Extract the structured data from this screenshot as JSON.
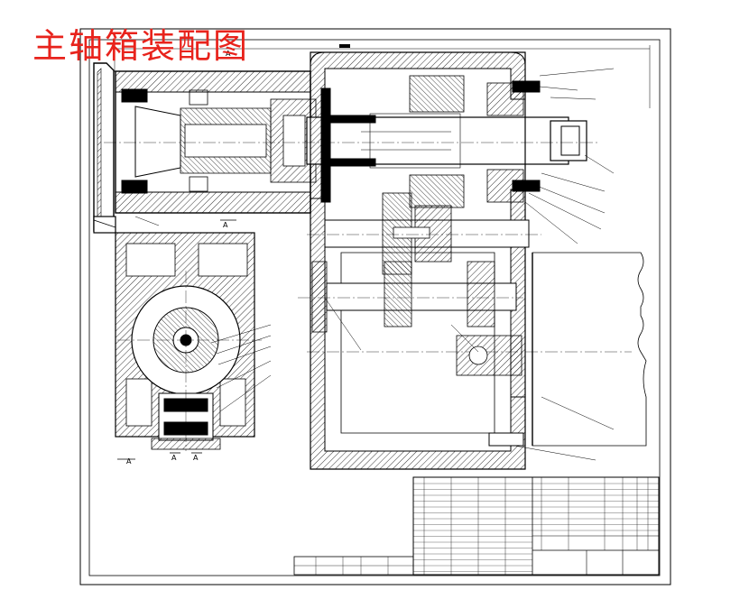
{
  "title": "主轴箱装配图",
  "section_labels": {
    "a_top": "A",
    "a_left": "A",
    "a_right": "A",
    "r_top": "A",
    "r_bottom": "A"
  }
}
